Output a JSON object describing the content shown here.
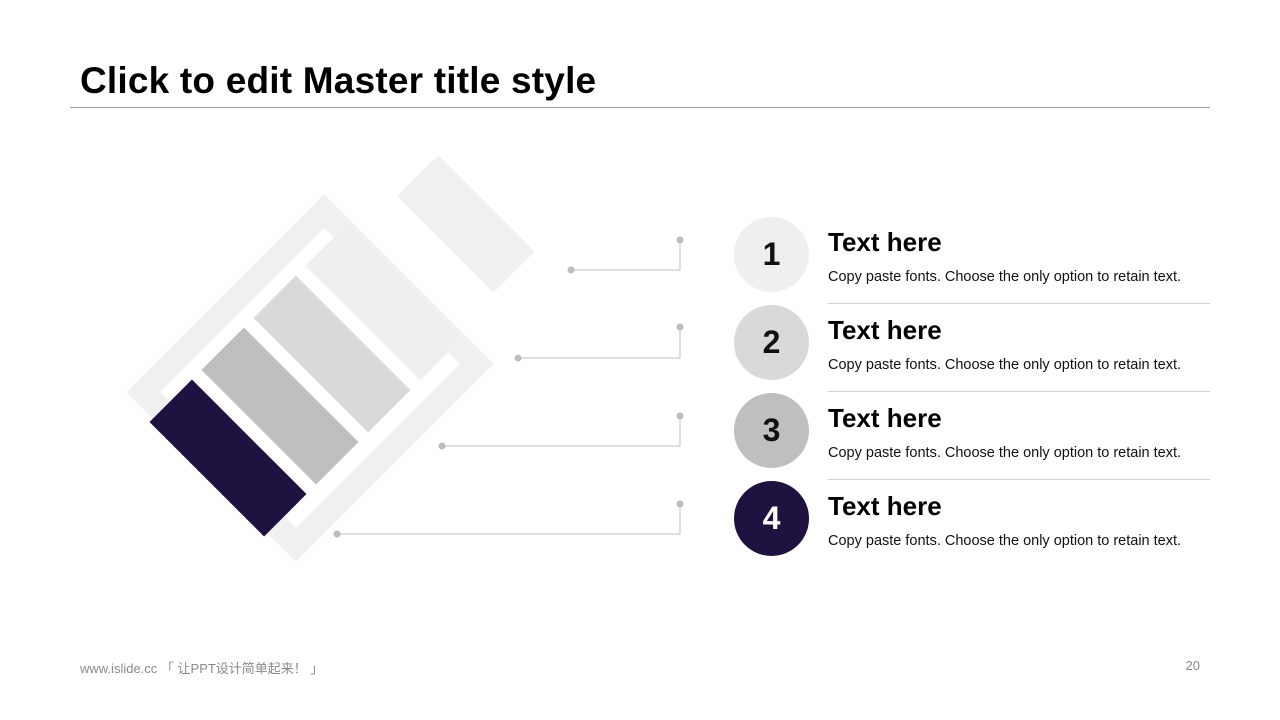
{
  "slide": {
    "title": "Click to edit Master title style",
    "footer": "www.islide.cc 「 让PPT设计简单起来！ 」",
    "page_number": "20"
  },
  "items": [
    {
      "number": "1",
      "title": "Text here",
      "description": "Copy paste fonts. Choose the only option to retain text.",
      "circle_color": "#efefef",
      "number_color": "#111111"
    },
    {
      "number": "2",
      "title": "Text here",
      "description": "Copy paste fonts. Choose the only option to retain text.",
      "circle_color": "#d9d9d9",
      "number_color": "#111111"
    },
    {
      "number": "3",
      "title": "Text here",
      "description": "Copy paste fonts. Choose the only option to retain text.",
      "circle_color": "#bfbfbf",
      "number_color": "#111111"
    },
    {
      "number": "4",
      "title": "Text here",
      "description": "Copy paste fonts. Choose the only option to retain text.",
      "circle_color": "#1f1240",
      "number_color": "#ffffff"
    }
  ],
  "battery": {
    "icon": "battery-icon",
    "body_color": "#f0f0f0",
    "cell_colors": [
      "#1f1240",
      "#bfbfbf",
      "#d9d9d9",
      "#efefef"
    ],
    "connector_color": "#bdbdbd"
  }
}
